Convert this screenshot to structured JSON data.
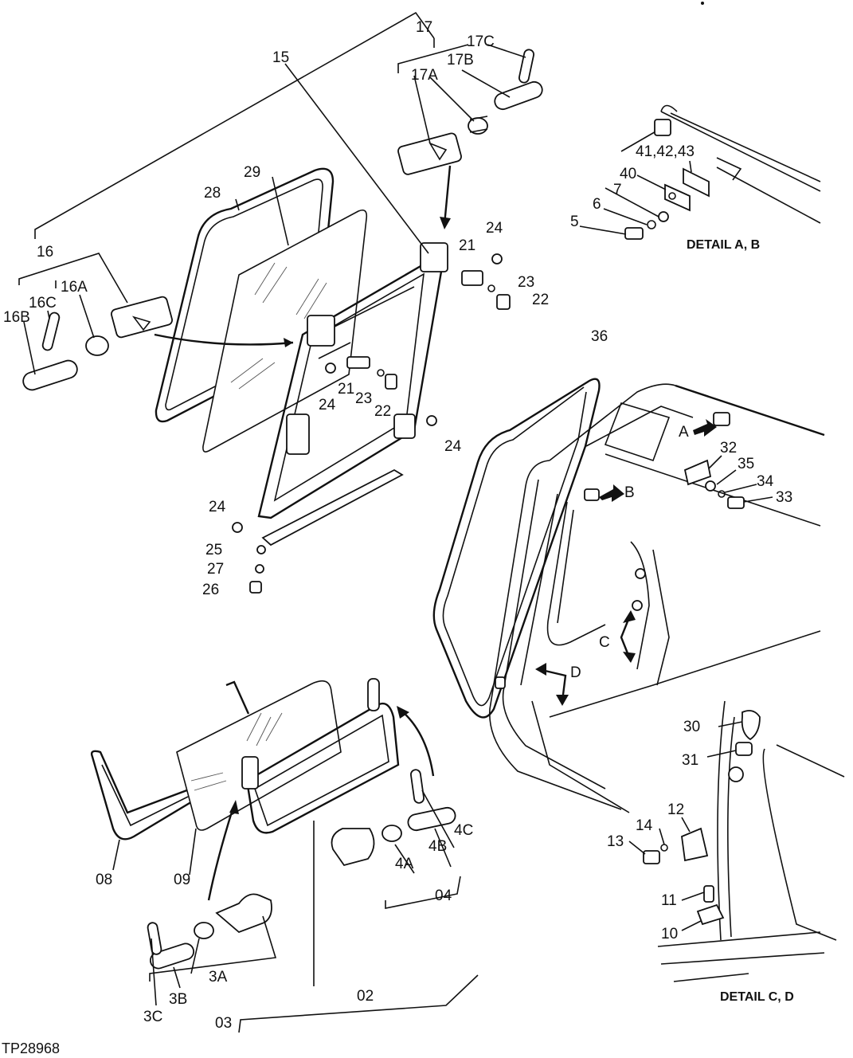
{
  "figure_id": "TP28968",
  "details": {
    "ab": "DETAIL A, B",
    "cd": "DETAIL C, D"
  },
  "arrows": {
    "a": "A",
    "b": "B",
    "c": "C",
    "d": "D"
  },
  "callouts": {
    "p02": "02",
    "p03": "03",
    "p3a": "3A",
    "p3b": "3B",
    "p3c": "3C",
    "p04": "04",
    "p4a": "4A",
    "p4b": "4B",
    "p4c": "4C",
    "p08": "08",
    "p09": "09",
    "p10": "10",
    "p11": "11",
    "p12": "12",
    "p13": "13",
    "p14": "14",
    "p15": "15",
    "p16": "16",
    "p16a": "16A",
    "p16b": "16B",
    "p16c": "16C",
    "p17": "17",
    "p17a": "17A",
    "p17b": "17B",
    "p17c": "17C",
    "p21a": "21",
    "p21b": "21",
    "p22a": "22",
    "p22b": "22",
    "p23a": "23",
    "p23b": "23",
    "p24a": "24",
    "p24b": "24",
    "p24c": "24",
    "p24d": "24",
    "p25": "25",
    "p26": "26",
    "p27": "27",
    "p28": "28",
    "p29": "29",
    "p30": "30",
    "p31": "31",
    "p32": "32",
    "p33": "33",
    "p34": "34",
    "p35": "35",
    "p36": "36",
    "p5": "5",
    "p6": "6",
    "p7": "7",
    "p40": "40",
    "p41": "41,42,43"
  }
}
